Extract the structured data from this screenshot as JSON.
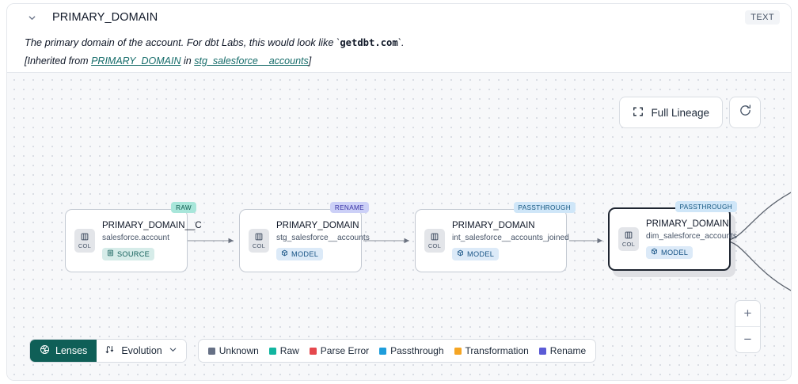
{
  "header": {
    "collapse_icon": "chevron-down-icon",
    "column_name": "PRIMARY_DOMAIN",
    "type_badge": "TEXT",
    "description_prefix": "The primary domain of the account. For dbt Labs, this would look like `",
    "description_code": "getdbt.com",
    "description_suffix": "`.",
    "inherit_open": "[Inherited from ",
    "inherit_link1": "PRIMARY_DOMAIN",
    "inherit_mid": " in ",
    "inherit_link2": "stg_salesforce__accounts",
    "inherit_close": "]"
  },
  "canvas": {
    "full_lineage_label": "Full Lineage",
    "full_lineage_icon": "expand-icon",
    "refresh_icon": "refresh-icon",
    "zoom_in_label": "+",
    "zoom_out_label": "−"
  },
  "nodes": [
    {
      "tag": "RAW",
      "tag_class": "tag-raw",
      "col_label": "COL",
      "name": "PRIMARY_DOMAIN__C",
      "source": "salesforce.account",
      "kind": "SOURCE",
      "kind_icon": "database-icon",
      "kind_class": "kind-source",
      "selected": false
    },
    {
      "tag": "RENAME",
      "tag_class": "tag-ren",
      "col_label": "COL",
      "name": "PRIMARY_DOMAIN",
      "source": "stg_salesforce__accounts",
      "kind": "MODEL",
      "kind_icon": "cube-icon",
      "kind_class": "kind-model",
      "selected": false
    },
    {
      "tag": "PASSTHROUGH",
      "tag_class": "tag-pass",
      "col_label": "COL",
      "name": "PRIMARY_DOMAIN",
      "source": "int_salesforce__accounts_joined",
      "kind": "MODEL",
      "kind_icon": "cube-icon",
      "kind_class": "kind-model",
      "selected": false
    },
    {
      "tag": "PASSTHROUGH",
      "tag_class": "tag-pass",
      "col_label": "COL",
      "name": "PRIMARY_DOMAIN",
      "source": "dim_salesforce_accounts",
      "kind": "MODEL",
      "kind_icon": "cube-icon",
      "kind_class": "kind-model",
      "selected": true
    }
  ],
  "toolbar": {
    "lenses_label": "Lenses",
    "lenses_icon": "aperture-icon",
    "evolution_label": "Evolution",
    "evolution_icon": "updown-arrows-icon",
    "evolution_chevron": "chevron-down-icon"
  },
  "legend": [
    {
      "label": "Unknown",
      "color": "#667085"
    },
    {
      "label": "Raw",
      "color": "#12b5a0"
    },
    {
      "label": "Parse Error",
      "color": "#e5484d"
    },
    {
      "label": "Passthrough",
      "color": "#1e9ddb"
    },
    {
      "label": "Transformation",
      "color": "#f5a524"
    },
    {
      "label": "Rename",
      "color": "#5b5bd6"
    }
  ]
}
